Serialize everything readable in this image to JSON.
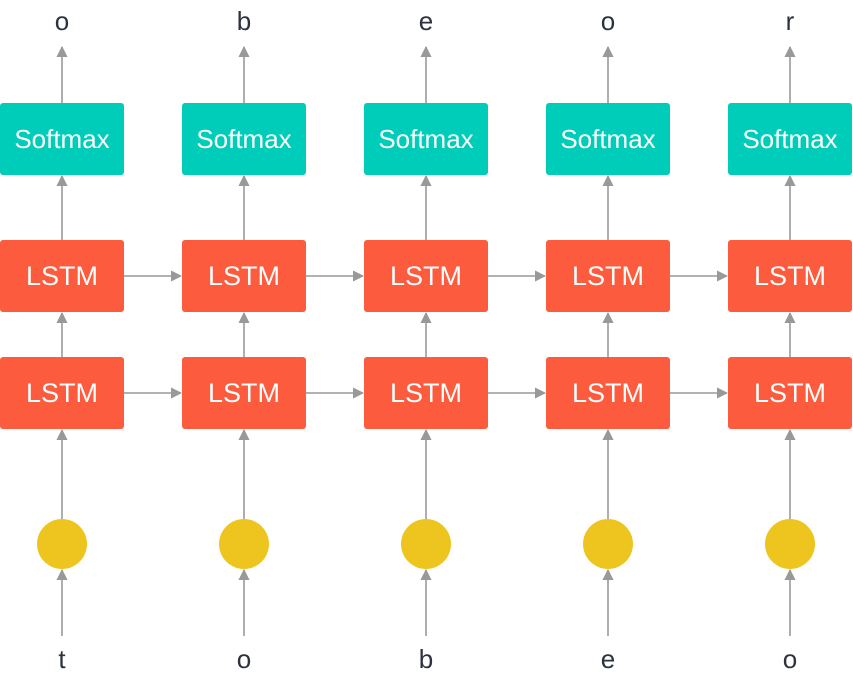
{
  "diagram": {
    "softmax_label": "Softmax",
    "lstm_label": "LSTM",
    "outputs": [
      "o",
      "b",
      "e",
      "o",
      "r"
    ],
    "inputs": [
      "t",
      "o",
      "b",
      "e",
      "o"
    ],
    "colors": {
      "softmax": "#00CDB9",
      "lstm": "#FC5C3D",
      "embedding": "#EEC51E",
      "arrow": "#999999",
      "text": "#2D3240"
    }
  }
}
